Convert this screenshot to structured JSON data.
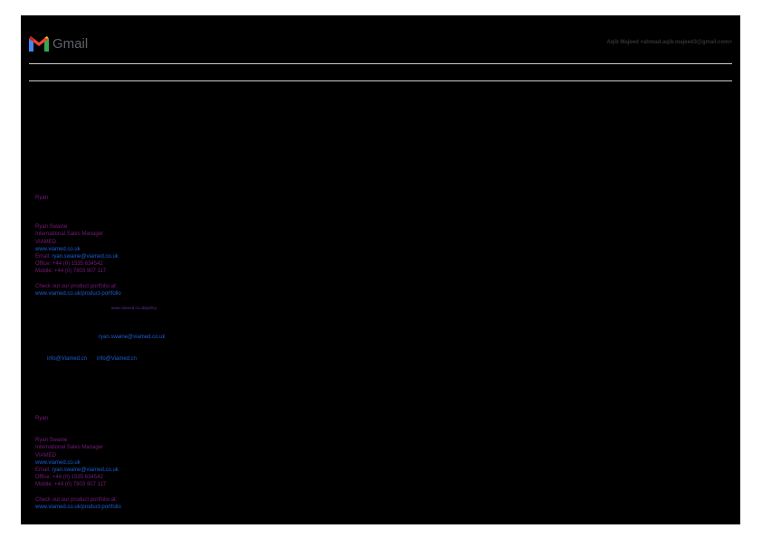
{
  "header": {
    "app_name": "Gmail",
    "account": "Aqib Majeed <ahmad.aqib.majeed3@gmail.com>"
  },
  "signature": {
    "greeting": "Ryan",
    "name": "Ryan Swaine",
    "title": "International Sales Manager",
    "company": "VIAMED",
    "website": "www.viamed.co.uk",
    "email_label": "Email:",
    "email": "ryan.swaine@viamed.co.uk",
    "office": "Office: +44 (0) 1535 634542",
    "mobile": "Mobile: +44 (0) 7803 907 117",
    "portfolio_text": "Check out our product portfolio at:",
    "portfolio_link": "www.viamed.co.uk/product-portfolio"
  },
  "links": {
    "policy": "www.viamed.co.uk/policy",
    "reply_email": "ryan.swaine@viamed.co.uk",
    "info1": "info@Viamed.cn",
    "info2": "info@Viamed.cn"
  }
}
